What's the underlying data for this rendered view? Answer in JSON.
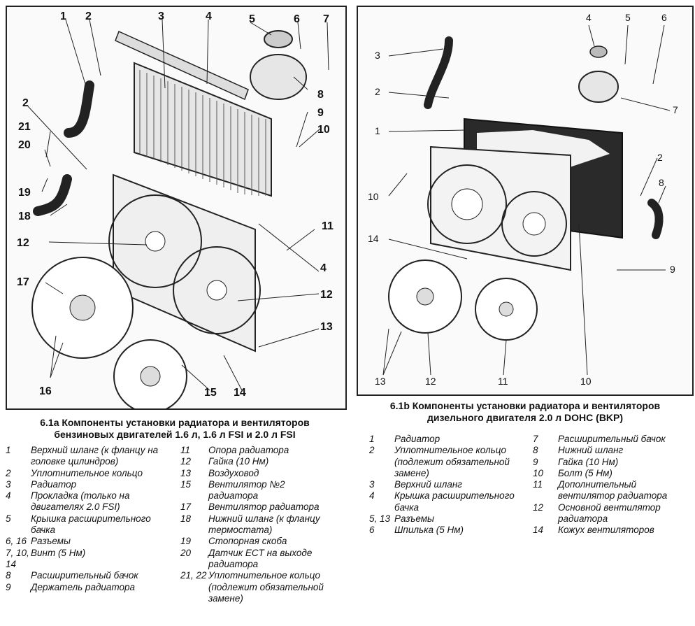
{
  "figure_a": {
    "callouts": {
      "c1": "1",
      "c2": "2",
      "c3": "3",
      "c4": "4",
      "c5": "5",
      "c6": "6",
      "c7": "7",
      "c2b": "2",
      "c8": "8",
      "c9": "9",
      "c10": "10",
      "c21": "21",
      "c20": "20",
      "c19": "19",
      "c18": "18",
      "c11": "11",
      "c12": "12",
      "c4b": "4",
      "c17": "17",
      "c12b": "12",
      "c13": "13",
      "c16": "16",
      "c15": "15",
      "c14": "14"
    },
    "caption_line1": "6.1a Компоненты установки радиатора и вентиляторов",
    "caption_line2": "бензиновых двигателей 1.6 л, 1.6 л FSI и 2.0 л FSI",
    "legend_col1": [
      {
        "num": "1",
        "text": "Верхний шланг (к фланцу на головке цилиндров)"
      },
      {
        "num": "2",
        "text": "Уплотнительное кольцо"
      },
      {
        "num": "3",
        "text": "Радиатор"
      },
      {
        "num": "4",
        "text": "Прокладка (только на двигателях 2.0 FSI)"
      },
      {
        "num": "5",
        "text": "Крышка расширительного бачка"
      },
      {
        "num": "6, 16",
        "text": "Разъемы"
      },
      {
        "num": "7, 10, 14",
        "text": "Винт (5 Нм)"
      },
      {
        "num": "8",
        "text": "Расширительный бачок"
      },
      {
        "num": "9",
        "text": "Держатель радиатора"
      }
    ],
    "legend_col2": [
      {
        "num": "11",
        "text": "Опора радиатора"
      },
      {
        "num": "12",
        "text": "Гайка (10 Нм)"
      },
      {
        "num": "13",
        "text": "Воздуховод"
      },
      {
        "num": "15",
        "text": "Вентилятор №2 радиатора"
      },
      {
        "num": "17",
        "text": "Вентилятор радиатора"
      },
      {
        "num": "18",
        "text": "Нижний шланг (к фланцу термостата)"
      },
      {
        "num": "19",
        "text": "Стопорная скоба"
      },
      {
        "num": "20",
        "text": "Датчик ECT на выходе радиатора"
      },
      {
        "num": "21, 22",
        "text": "Уплотнительное кольцо (подлежит обязательной замене)"
      }
    ]
  },
  "figure_b": {
    "callouts": {
      "c3": "3",
      "c4": "4",
      "c5": "5",
      "c6": "6",
      "c2": "2",
      "c7": "7",
      "c1": "1",
      "c2b": "2",
      "c8": "8",
      "c10": "10",
      "c14": "14",
      "c9": "9",
      "c13": "13",
      "c12": "12",
      "c11": "11",
      "c10b": "10"
    },
    "caption_line1": "6.1b Компоненты установки радиатора и вентиляторов",
    "caption_line2": "дизельного двигателя 2.0 л DOHC (BKP)",
    "legend_col1": [
      {
        "num": "1",
        "text": "Радиатор"
      },
      {
        "num": "2",
        "text": "Уплотнительное кольцо (подлежит обязательной замене)"
      },
      {
        "num": "3",
        "text": "Верхний шланг"
      },
      {
        "num": "4",
        "text": "Крышка расширительного бачка"
      },
      {
        "num": "5, 13",
        "text": "Разъемы"
      },
      {
        "num": "6",
        "text": "Шпилька (5 Нм)"
      }
    ],
    "legend_col2": [
      {
        "num": "7",
        "text": "Расширительный бачок"
      },
      {
        "num": "8",
        "text": "Нижний шланг"
      },
      {
        "num": "9",
        "text": "Гайка (10 Нм)"
      },
      {
        "num": "10",
        "text": "Болт (5 Нм)"
      },
      {
        "num": "11",
        "text": "Дополнительный вентилятор радиатора"
      },
      {
        "num": "12",
        "text": "Основной вентилятор радиатора"
      },
      {
        "num": "14",
        "text": "Кожух вентиляторов"
      }
    ]
  }
}
